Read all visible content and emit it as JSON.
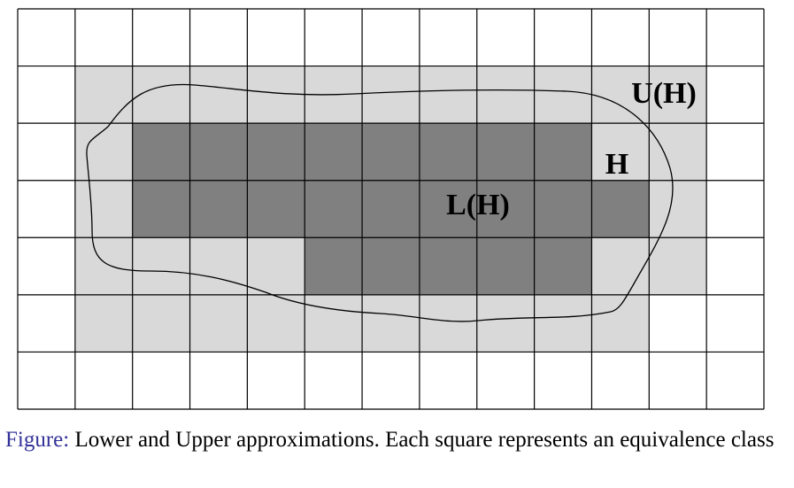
{
  "diagram": {
    "grid": {
      "columns": 13,
      "rows": 7
    },
    "colors": {
      "upper_approximation": "#d9d9d9",
      "lower_approximation": "#808080",
      "boundary_free": "#ffffff",
      "grid_line": "#000000",
      "set_outline": "#000000"
    },
    "upper_cells": [
      [
        1,
        1
      ],
      [
        2,
        1
      ],
      [
        3,
        1
      ],
      [
        4,
        1
      ],
      [
        5,
        1
      ],
      [
        6,
        1
      ],
      [
        7,
        1
      ],
      [
        8,
        1
      ],
      [
        9,
        1
      ],
      [
        10,
        1
      ],
      [
        11,
        1
      ],
      [
        1,
        2
      ],
      [
        2,
        2
      ],
      [
        3,
        2
      ],
      [
        4,
        2
      ],
      [
        5,
        2
      ],
      [
        6,
        2
      ],
      [
        7,
        2
      ],
      [
        8,
        2
      ],
      [
        9,
        2
      ],
      [
        10,
        2
      ],
      [
        11,
        2
      ],
      [
        1,
        3
      ],
      [
        2,
        3
      ],
      [
        3,
        3
      ],
      [
        4,
        3
      ],
      [
        5,
        3
      ],
      [
        6,
        3
      ],
      [
        7,
        3
      ],
      [
        8,
        3
      ],
      [
        9,
        3
      ],
      [
        10,
        3
      ],
      [
        11,
        3
      ],
      [
        1,
        4
      ],
      [
        2,
        4
      ],
      [
        3,
        4
      ],
      [
        4,
        4
      ],
      [
        5,
        4
      ],
      [
        6,
        4
      ],
      [
        7,
        4
      ],
      [
        8,
        4
      ],
      [
        9,
        4
      ],
      [
        10,
        4
      ],
      [
        11,
        4
      ],
      [
        1,
        5
      ],
      [
        2,
        5
      ],
      [
        3,
        5
      ],
      [
        4,
        5
      ],
      [
        5,
        5
      ],
      [
        6,
        5
      ],
      [
        7,
        5
      ],
      [
        8,
        5
      ],
      [
        9,
        5
      ],
      [
        10,
        5
      ]
    ],
    "lower_cells": [
      [
        2,
        2
      ],
      [
        3,
        2
      ],
      [
        4,
        2
      ],
      [
        5,
        2
      ],
      [
        6,
        2
      ],
      [
        7,
        2
      ],
      [
        8,
        2
      ],
      [
        9,
        2
      ],
      [
        2,
        3
      ],
      [
        3,
        3
      ],
      [
        4,
        3
      ],
      [
        5,
        3
      ],
      [
        6,
        3
      ],
      [
        7,
        3
      ],
      [
        8,
        3
      ],
      [
        9,
        3
      ],
      [
        10,
        3
      ],
      [
        5,
        4
      ],
      [
        6,
        4
      ],
      [
        7,
        4
      ],
      [
        8,
        4
      ],
      [
        9,
        4
      ]
    ],
    "labels": {
      "upper": "U(H)",
      "set": "H",
      "lower": "L(H)"
    }
  },
  "caption": {
    "prefix": "Figure:",
    "text": " Lower and Upper approximations. Each square represents an equivalence class"
  }
}
